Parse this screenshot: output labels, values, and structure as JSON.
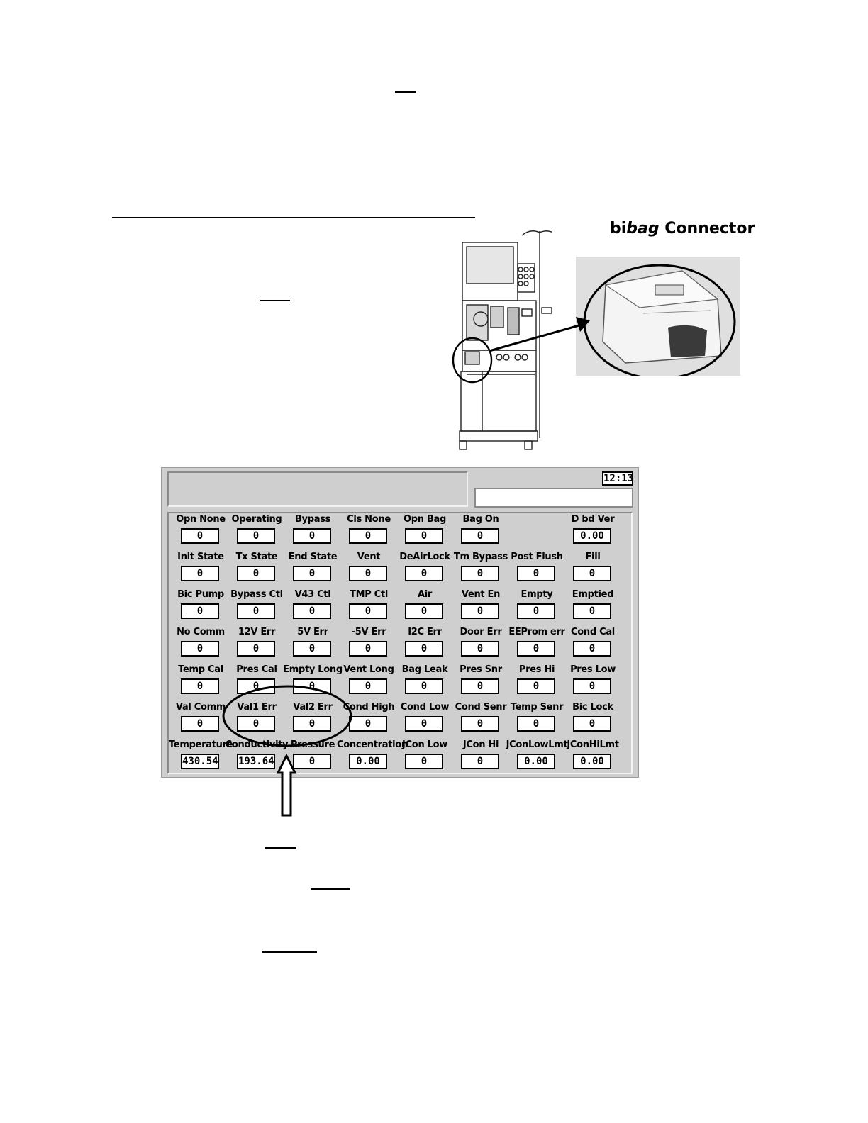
{
  "figure": {
    "connector_title_prefix": "bi",
    "connector_title_italic": "bag",
    "connector_title_suffix": " Connector"
  },
  "screen": {
    "clock": "12:13",
    "rows": [
      [
        {
          "label": "Opn  None",
          "value": "0"
        },
        {
          "label": "Operating",
          "value": "0"
        },
        {
          "label": "Bypass",
          "value": "0"
        },
        {
          "label": "Cls  None",
          "value": "0"
        },
        {
          "label": "Opn  Bag",
          "value": "0"
        },
        {
          "label": "Bag  On",
          "value": "0"
        },
        null,
        {
          "label": "D  bd  Ver",
          "value": "0.00"
        }
      ],
      [
        {
          "label": "Init  State",
          "value": "0"
        },
        {
          "label": "Tx  State",
          "value": "0"
        },
        {
          "label": "End  State",
          "value": "0"
        },
        {
          "label": "Vent",
          "value": "0"
        },
        {
          "label": "DeAirLock",
          "value": "0"
        },
        {
          "label": "Tm  Bypass",
          "value": "0"
        },
        {
          "label": "Post  Flush",
          "value": "0"
        },
        {
          "label": "Fill",
          "value": "0"
        }
      ],
      [
        {
          "label": "Bic  Pump",
          "value": "0"
        },
        {
          "label": "Bypass  Ctl",
          "value": "0"
        },
        {
          "label": "V43  Ctl",
          "value": "0"
        },
        {
          "label": "TMP  Ctl",
          "value": "0"
        },
        {
          "label": "Air",
          "value": "0"
        },
        {
          "label": "Vent  En",
          "value": "0"
        },
        {
          "label": "Empty",
          "value": "0"
        },
        {
          "label": "Emptied",
          "value": "0"
        }
      ],
      [
        {
          "label": "No  Comm",
          "value": "0"
        },
        {
          "label": "12V  Err",
          "value": "0"
        },
        {
          "label": "5V  Err",
          "value": "0"
        },
        {
          "label": "-5V  Err",
          "value": "0"
        },
        {
          "label": "I2C  Err",
          "value": "0"
        },
        {
          "label": "Door  Err",
          "value": "0"
        },
        {
          "label": "EEProm  err",
          "value": "0"
        },
        {
          "label": "Cond  Cal",
          "value": "0"
        }
      ],
      [
        {
          "label": "Temp  Cal",
          "value": "0"
        },
        {
          "label": "Pres  Cal",
          "value": "0"
        },
        {
          "label": "Empty  Long",
          "value": "0"
        },
        {
          "label": "Vent  Long",
          "value": "0"
        },
        {
          "label": "Bag  Leak",
          "value": "0"
        },
        {
          "label": "Pres  Snr",
          "value": "0"
        },
        {
          "label": "Pres  Hi",
          "value": "0"
        },
        {
          "label": "Pres  Low",
          "value": "0"
        }
      ],
      [
        {
          "label": "Val  Comm",
          "value": "0"
        },
        {
          "label": "Val1  Err",
          "value": "0"
        },
        {
          "label": "Val2  Err",
          "value": "0"
        },
        {
          "label": "Cond  High",
          "value": "0"
        },
        {
          "label": "Cond  Low",
          "value": "0"
        },
        {
          "label": "Cond  Senr",
          "value": "0"
        },
        {
          "label": "Temp  Senr",
          "value": "0"
        },
        {
          "label": "Bic  Lock",
          "value": "0"
        }
      ],
      [
        {
          "label": "Temperature",
          "value": "430.54"
        },
        {
          "label": "Conductivity",
          "value": "193.64"
        },
        {
          "label": "Pressure",
          "value": "0"
        },
        {
          "label": "Concentration",
          "value": "0.00"
        },
        {
          "label": "JCon  Low",
          "value": "0"
        },
        {
          "label": "JCon  Hi",
          "value": "0"
        },
        {
          "label": "JConLowLmt",
          "value": "0.00"
        },
        {
          "label": "JConHiLmt",
          "value": "0.00"
        }
      ]
    ]
  }
}
